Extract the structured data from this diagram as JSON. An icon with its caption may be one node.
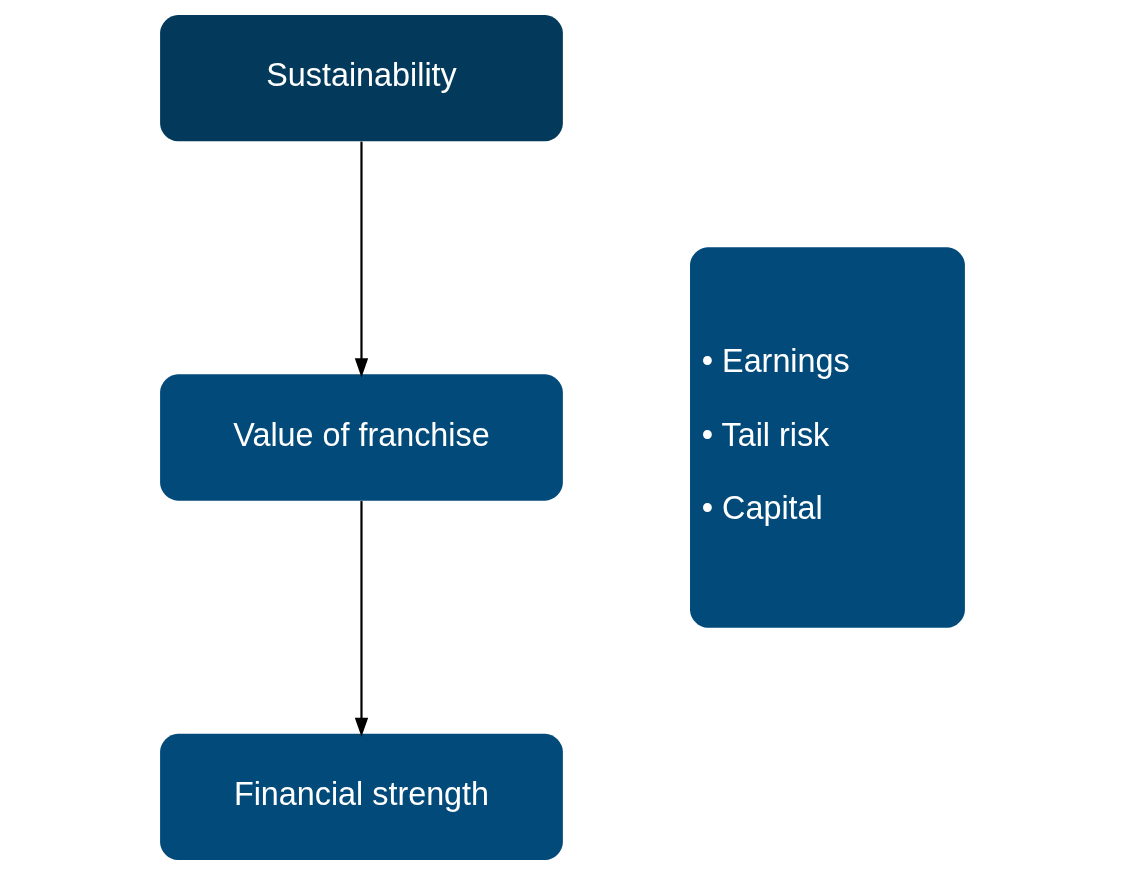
{
  "diagram": {
    "nodes": [
      {
        "text": [
          "Sustainability"
        ]
      },
      {
        "text": [
          "Value of franchise"
        ]
      },
      {
        "text": [
          "Financial strength"
        ]
      },
      {
        "text": [
          "• Earnings",
          "• Tail risk",
          "• Capital"
        ]
      }
    ],
    "edges": [
      {
        "from": 0,
        "to": 1,
        "arrow": "to"
      },
      {
        "from": 1,
        "to": 2,
        "arrow": "to"
      }
    ]
  }
}
